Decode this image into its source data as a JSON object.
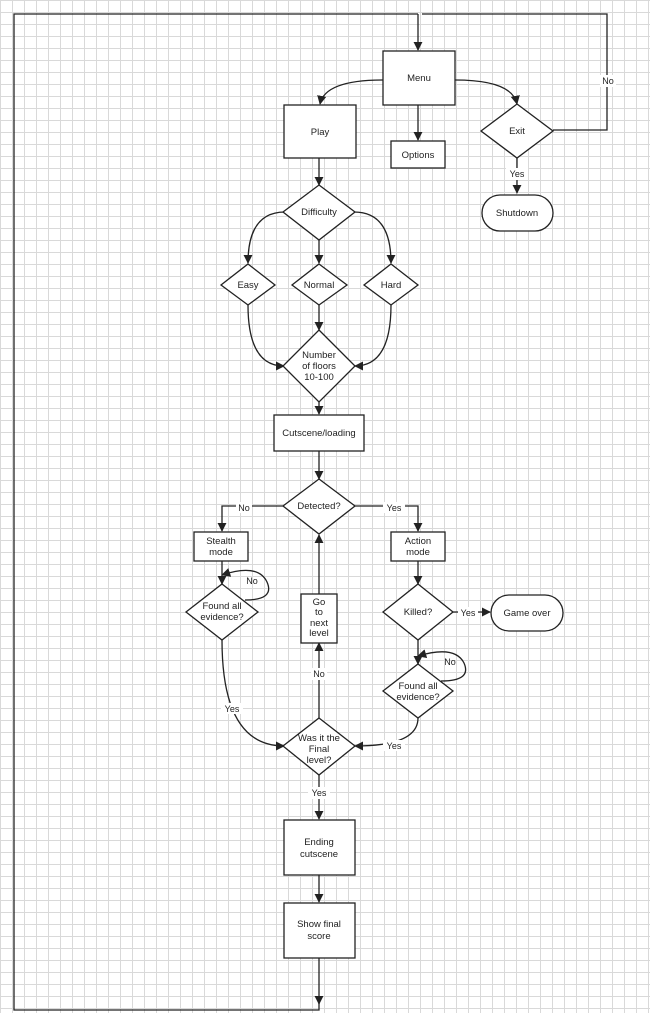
{
  "nodes": {
    "menu": "Menu",
    "play": "Play",
    "options": "Options",
    "exit": "Exit",
    "shutdown": "Shutdown",
    "difficulty": "Difficulty",
    "easy": "Easy",
    "normal": "Normal",
    "hard": "Hard",
    "floors": [
      "Number",
      "of floors",
      "10-100"
    ],
    "cutscene_loading": "Cutscene/loading",
    "detected": "Detected?",
    "stealth_mode": [
      "Stealth",
      "mode"
    ],
    "action_mode": [
      "Action",
      "mode"
    ],
    "found_all_evidence_left": [
      "Found all",
      "evidence?"
    ],
    "killed": "Killed?",
    "game_over": "Game over",
    "found_all_evidence_right": [
      "Found all",
      "evidence?"
    ],
    "go_to_next_level": [
      "Go",
      "to",
      "next",
      "level"
    ],
    "final_level": [
      "Was it the",
      "Final",
      "level?"
    ],
    "ending_cutscene": [
      "Ending",
      "cutscene"
    ],
    "show_final_score": [
      "Show final",
      "score"
    ]
  },
  "edge_labels": {
    "exit_no": "No",
    "exit_yes": "Yes",
    "detected_no": "No",
    "detected_yes": "Yes",
    "found_left_no": "No",
    "found_left_yes": "Yes",
    "killed_yes": "Yes",
    "found_right_no": "No",
    "found_right_yes": "Yes",
    "final_no": "No",
    "final_yes": "Yes"
  }
}
